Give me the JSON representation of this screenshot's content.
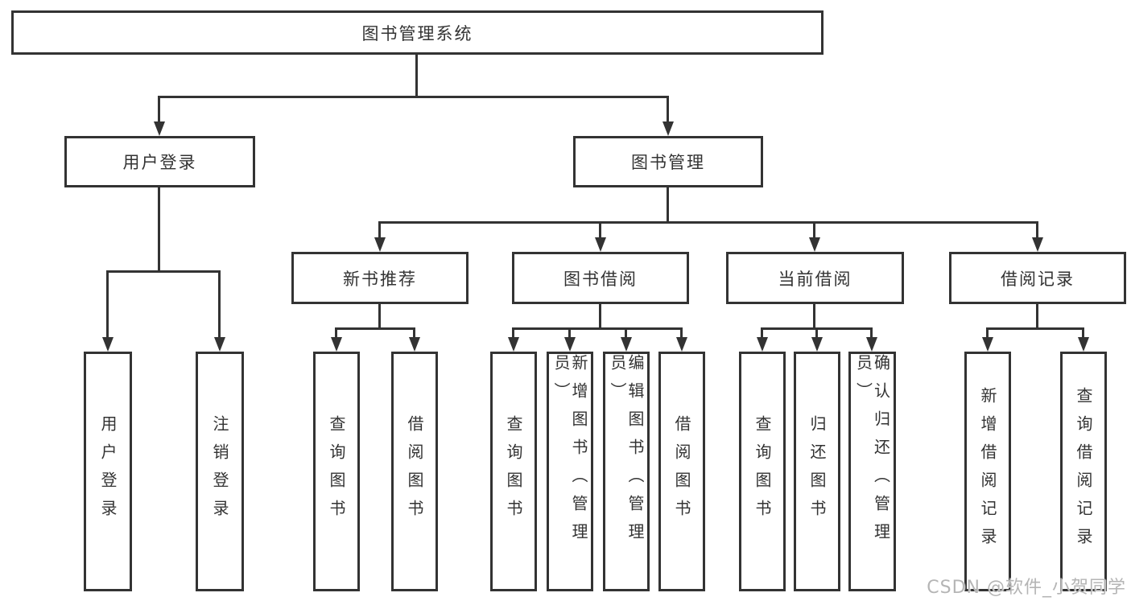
{
  "nodes": {
    "root": "图书管理系统",
    "level1": {
      "user_login": "用户登录",
      "book_management": "图书管理"
    },
    "level2": {
      "new_book_recommendation": "新书推荐",
      "book_borrowing": "图书借阅",
      "current_borrowing": "当前借阅",
      "borrowing_records": "借阅记录"
    },
    "leaves": {
      "user_login": "用户登录",
      "logout": "注销登录",
      "recommend_query_books": "查询图书",
      "recommend_borrow_books": "借阅图书",
      "borrow_query_books": "查询图书",
      "add_books_admin": "新增图书（管理员）",
      "edit_books_admin": "编辑图书（管理员）",
      "borrow_books": "借阅图书",
      "current_query_books": "查询图书",
      "return_books": "归还图书",
      "confirm_return_admin": "确认归还（管理员）",
      "add_borrow_record": "新增借阅记录",
      "query_borrow_record": "查询借阅记录"
    }
  },
  "watermark": "CSDN @软件_小贺同学",
  "colors": {
    "line": "#333333",
    "text": "#333333",
    "box_fill": "#ffffff",
    "watermark": "#b5b5b5",
    "background": "#ffffff"
  }
}
